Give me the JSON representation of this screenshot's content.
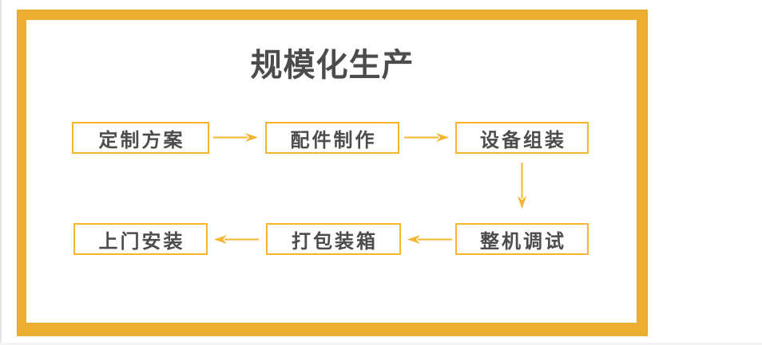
{
  "page": {
    "title": "规模化生产"
  },
  "flow": {
    "steps": [
      {
        "id": 1,
        "label": "定制方案"
      },
      {
        "id": 2,
        "label": "配件制作"
      },
      {
        "id": 3,
        "label": "设备组装"
      },
      {
        "id": 4,
        "label": "整机调试"
      },
      {
        "id": 5,
        "label": "打包装箱"
      },
      {
        "id": 6,
        "label": "上门安装"
      }
    ]
  },
  "colors": {
    "frame": "#ecae31",
    "box-border": "#f6b42f",
    "arrow": "#f6b42f",
    "text": "#4c4c4c",
    "title": "#4c4c4c",
    "page-edge": "#e4e4e4",
    "page-bottom": "#f4f4f4"
  }
}
